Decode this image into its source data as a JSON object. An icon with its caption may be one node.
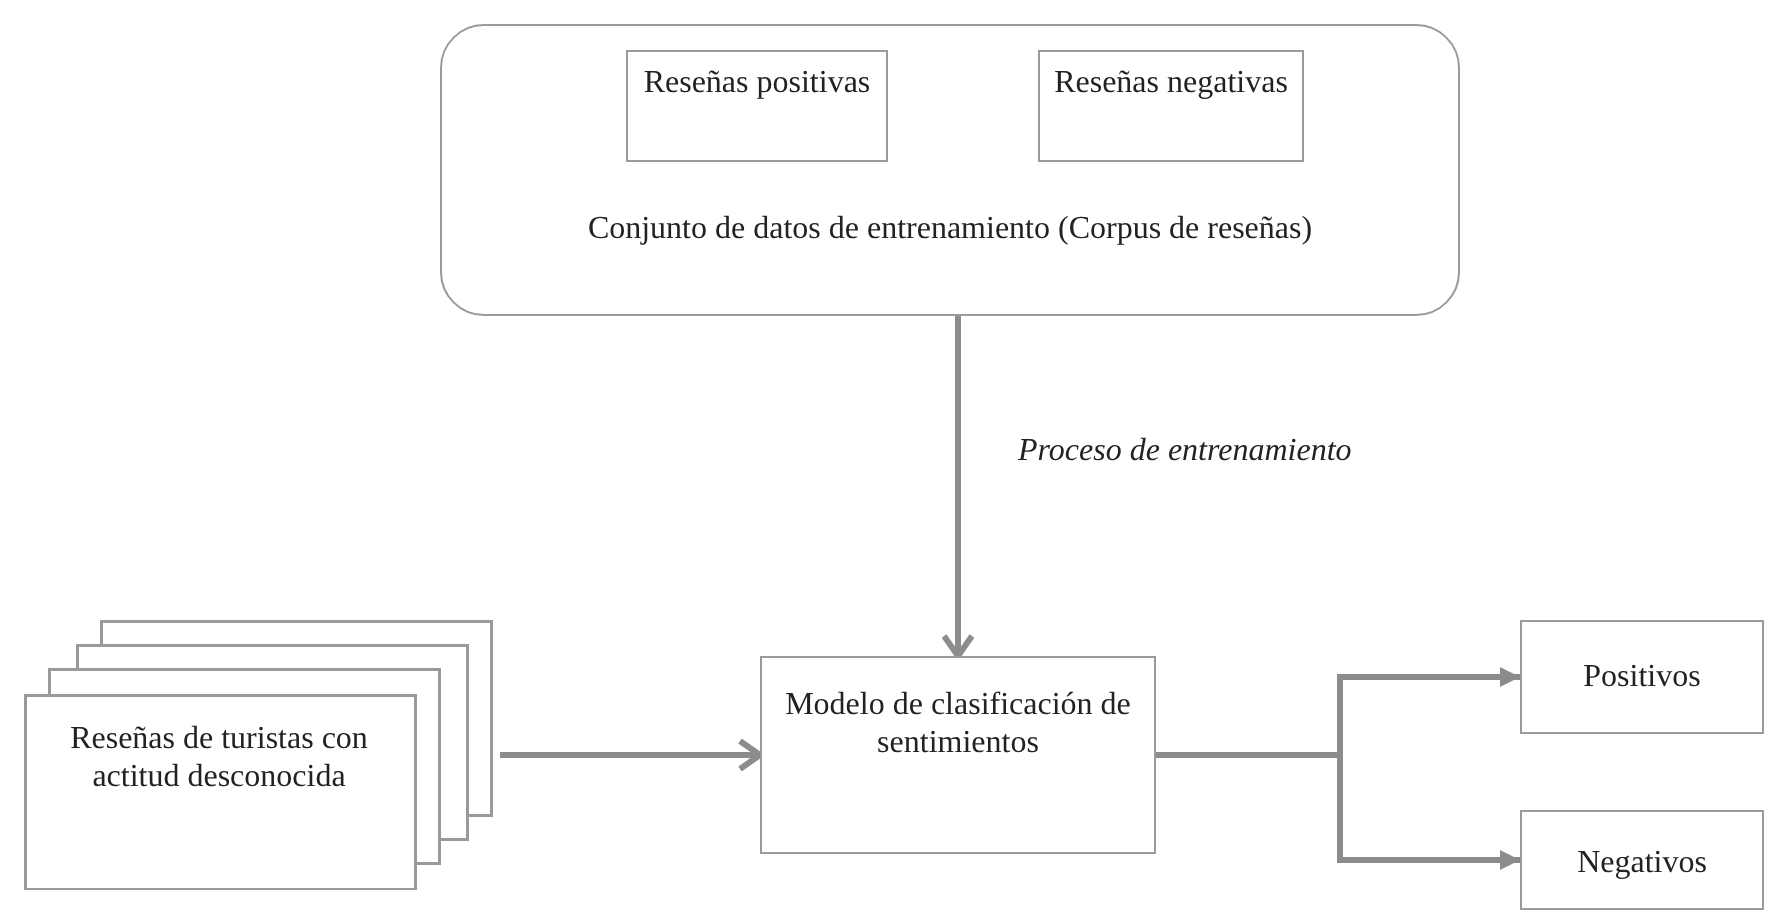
{
  "diagram": {
    "nodes": [
      {
        "text": [
          "Conjunto de datos de entrenamiento (Corpus de reseñas)"
        ]
      },
      {
        "text": [
          "Reseñas positivas"
        ],
        "in": 0
      },
      {
        "text": [
          "Reseñas negativas"
        ],
        "in": 0
      },
      {
        "text": [
          "Reseñas de turistas con actitud desconocida"
        ]
      },
      {
        "text": [
          "Modelo de clasificación de sentimientos"
        ]
      },
      {
        "text": [
          "Positivos"
        ]
      },
      {
        "text": [
          "Negativos"
        ]
      }
    ],
    "edges": [
      {
        "from": 0,
        "to": 4,
        "arrow": "to",
        "label": "Proceso de entrenamiento"
      },
      {
        "from": 3,
        "to": 4,
        "arrow": "to"
      },
      {
        "from": 4,
        "to": 5,
        "arrow": "to"
      },
      {
        "from": 4,
        "to": 6,
        "arrow": "to"
      }
    ]
  }
}
